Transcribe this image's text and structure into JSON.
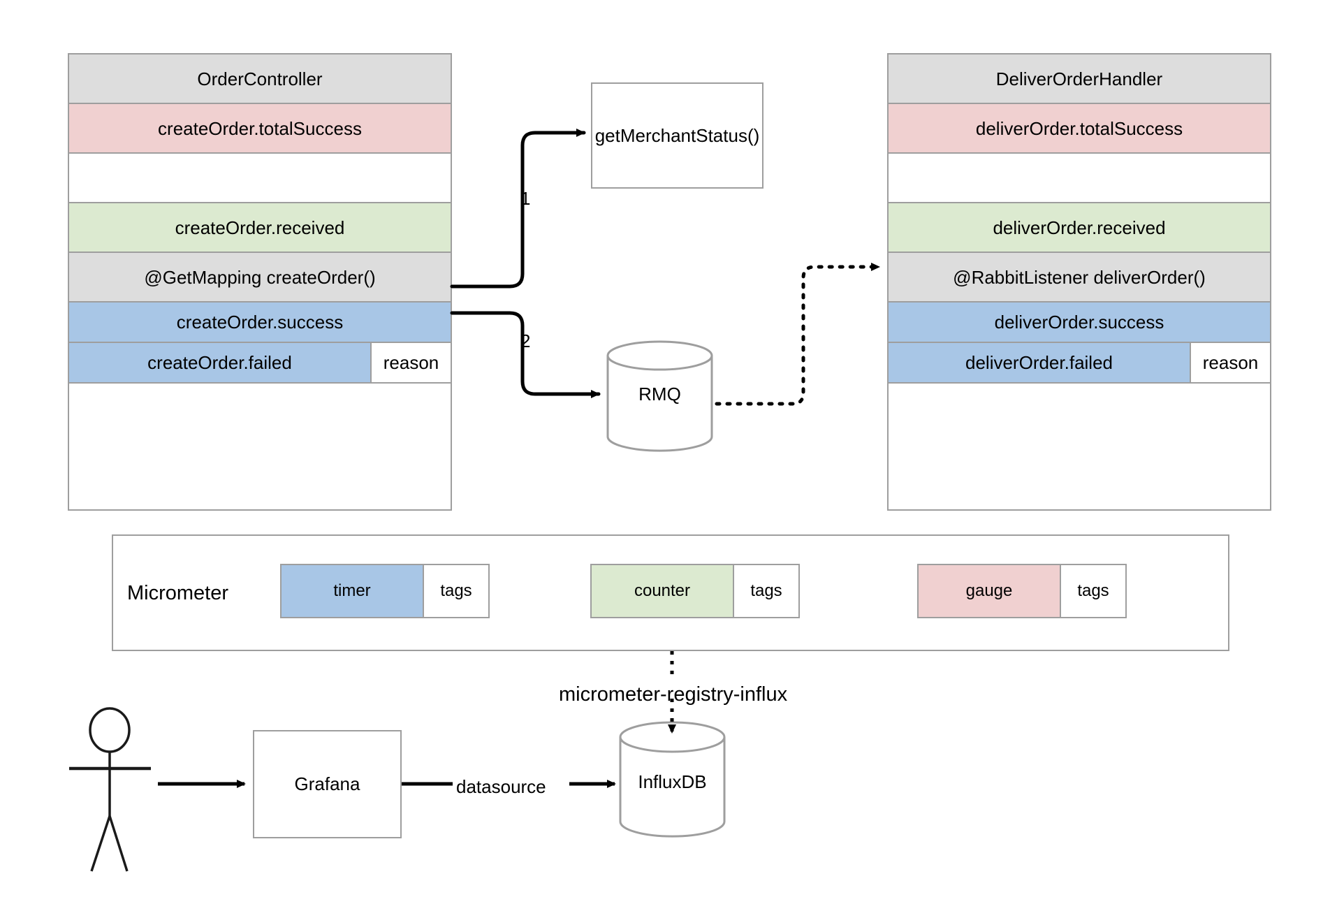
{
  "diagram": {
    "title": "Micrometer metrics instrumentation flow",
    "colors": {
      "gray": "#dddddd",
      "pink": "#f0d0d0",
      "green": "#dcead0",
      "blue": "#a8c6e6",
      "white": "#ffffff",
      "stroke": "#9e9e9e",
      "arrow": "#000000"
    },
    "left_component": {
      "title": "OrderController",
      "rows": [
        {
          "label": "OrderController",
          "color": "gray"
        },
        {
          "label": "createOrder.totalSuccess",
          "color": "pink"
        },
        {
          "label": "",
          "color": "white"
        },
        {
          "label": "createOrder.received",
          "color": "green"
        },
        {
          "label": "@GetMapping createOrder()",
          "color": "gray"
        },
        {
          "label": "createOrder.success",
          "color": "blue"
        }
      ],
      "split_row": {
        "label": "createOrder.failed",
        "tag": "reason",
        "color": "blue"
      }
    },
    "right_component": {
      "title": "DeliverOrderHandler",
      "rows": [
        {
          "label": "DeliverOrderHandler",
          "color": "gray"
        },
        {
          "label": "deliverOrder.totalSuccess",
          "color": "pink"
        },
        {
          "label": "",
          "color": "white"
        },
        {
          "label": "deliverOrder.received",
          "color": "green"
        },
        {
          "label": "@RabbitListener deliverOrder()",
          "color": "gray"
        },
        {
          "label": "deliverOrder.success",
          "color": "blue"
        }
      ],
      "split_row": {
        "label": "deliverOrder.failed",
        "tag": "reason",
        "color": "blue"
      }
    },
    "middle": {
      "merchant_box": "getMerchantStatus()",
      "queue": "RMQ",
      "edge_labels": [
        "1",
        "2"
      ]
    },
    "micrometer": {
      "section_label": "Micrometer",
      "metrics": [
        {
          "name": "timer",
          "tags": "tags",
          "color": "blue"
        },
        {
          "name": "counter",
          "tags": "tags",
          "color": "green"
        },
        {
          "name": "gauge",
          "tags": "tags",
          "color": "pink"
        }
      ]
    },
    "bottom": {
      "actor": "stick-figure-user",
      "grafana": "Grafana",
      "influx": "InfluxDB",
      "datasource_label": "datasource",
      "registry_label": "micrometer-registry-influx"
    }
  }
}
